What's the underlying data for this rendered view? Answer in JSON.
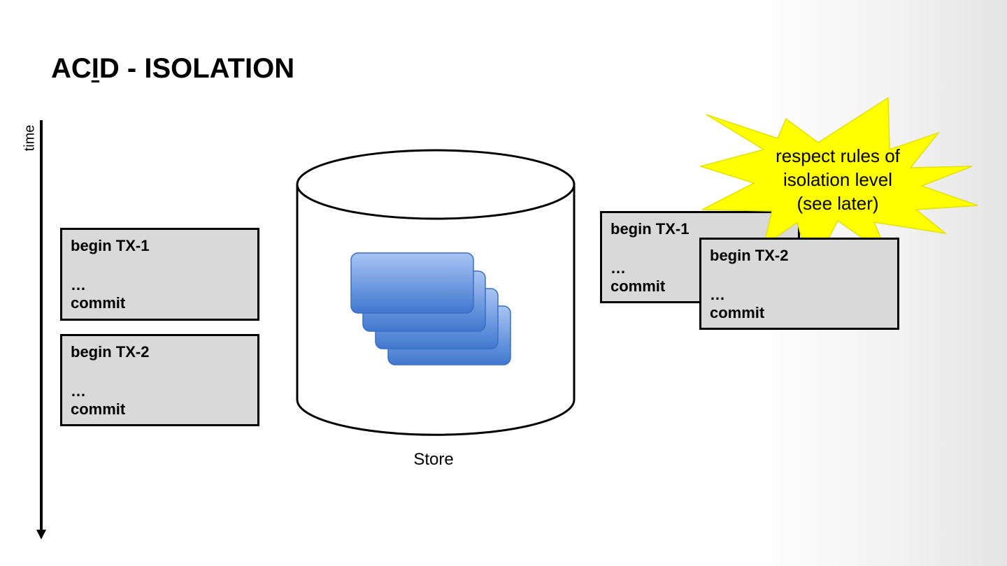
{
  "slide": {
    "title_prefix": "AC",
    "title_underlined": "I",
    "title_suffix": "D - ISOLATION"
  },
  "timeline": {
    "label": "time"
  },
  "left_transactions": [
    {
      "begin": "begin TX-1",
      "ellipsis": "…",
      "commit": "commit"
    },
    {
      "begin": "begin TX-2",
      "ellipsis": "…",
      "commit": "commit"
    }
  ],
  "store": {
    "label": "Store",
    "record_count": 4,
    "record_color": "#4a82d4"
  },
  "right_transactions": [
    {
      "begin": "begin TX-1",
      "ellipsis": "…",
      "commit": "commit"
    },
    {
      "begin": "begin TX-2",
      "ellipsis": "…",
      "commit": "commit"
    }
  ],
  "callout": {
    "lines": [
      "respect rules of",
      "isolation level",
      "(see later)"
    ],
    "fill_color": "#ffff00"
  }
}
